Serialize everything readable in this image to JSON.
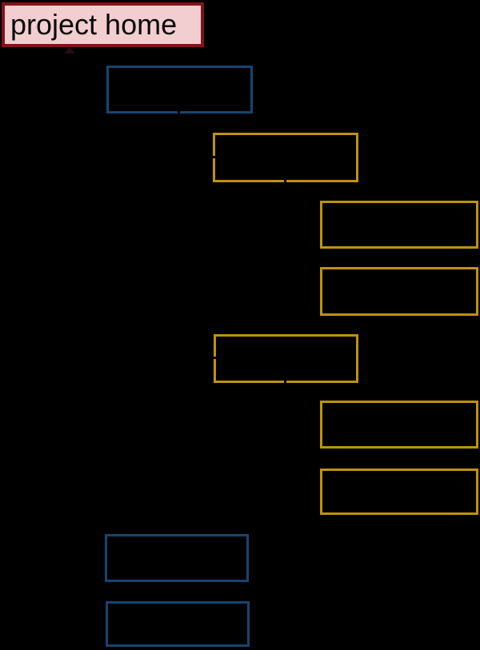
{
  "palette": {
    "background": "#000000",
    "root-fill": "#F2CED1",
    "root-border": "#821418",
    "root-text": "#0A0A0A",
    "level1-border": "#164570",
    "level2-border": "#C0920A",
    "edge": "#000000",
    "arrow-smudge": "#2A0D0E"
  },
  "diagram": {
    "type": "tree",
    "root": {
      "id": "root",
      "label": "project home"
    },
    "nodes": {
      "b1": {
        "label": ""
      },
      "o1": {
        "label": ""
      },
      "o2": {
        "label": ""
      },
      "o3": {
        "label": ""
      },
      "o4": {
        "label": ""
      },
      "o5": {
        "label": ""
      },
      "o6": {
        "label": ""
      },
      "b2": {
        "label": ""
      },
      "b3": {
        "label": ""
      }
    },
    "edges": [
      [
        "root",
        "b1"
      ],
      [
        "root",
        "b2"
      ],
      [
        "root",
        "b3"
      ],
      [
        "b1",
        "o1"
      ],
      [
        "b1",
        "o4"
      ],
      [
        "o1",
        "o2"
      ],
      [
        "o1",
        "o3"
      ],
      [
        "o4",
        "o5"
      ],
      [
        "o4",
        "o6"
      ]
    ]
  }
}
